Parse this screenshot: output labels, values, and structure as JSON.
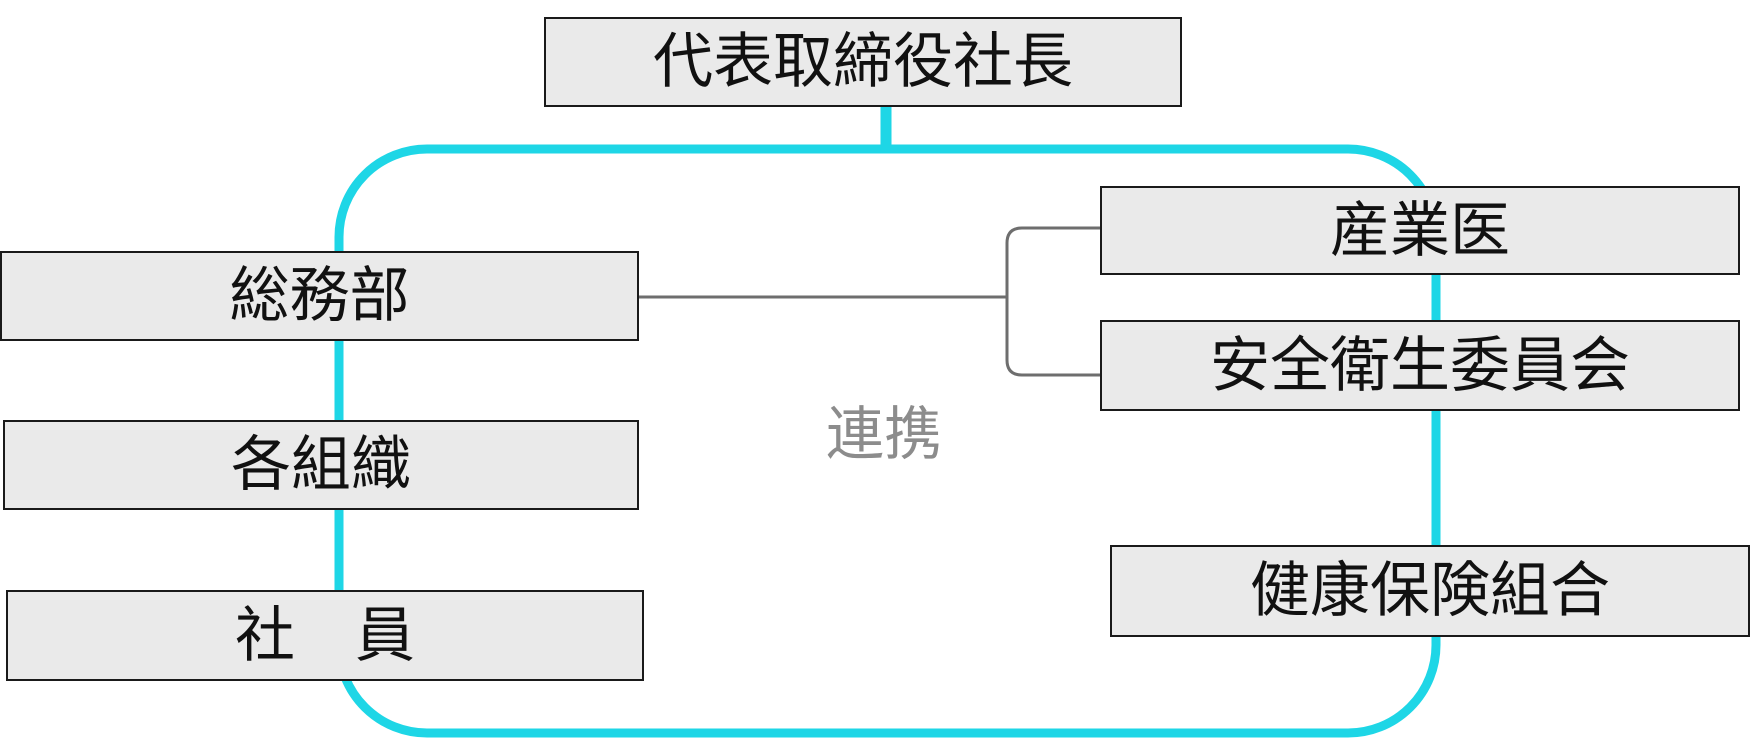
{
  "diagram": {
    "nodes": {
      "president": "代表取締役社長",
      "general_affairs": "総務部",
      "each_organization": "各組織",
      "employees": "社　員",
      "industrial_physician": "産業医",
      "safety_health_committee": "安全衛生委員会",
      "health_insurance_association": "健康保険組合"
    },
    "center_label": "連携",
    "colors": {
      "loop_line": "#1ed6e6",
      "connector_line": "#6e6e6e",
      "box_fill": "#eaeaea",
      "box_border": "#1a1a1a",
      "center_label": "#8c8c8c"
    }
  }
}
